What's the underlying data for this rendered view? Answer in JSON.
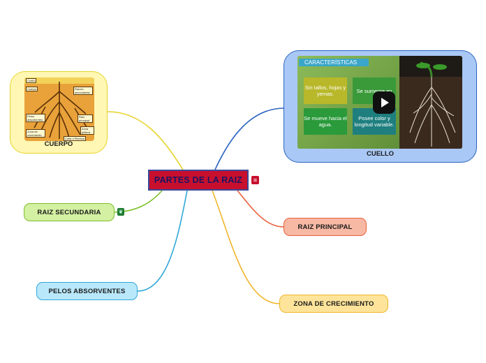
{
  "central": {
    "label": "PARTES DE LA RAIZ",
    "note_icon": "note-icon",
    "color": "#c8102e"
  },
  "nodes": {
    "cuerpo": {
      "label": "CUERPO",
      "color": "#fff7b3"
    },
    "cuello": {
      "label": "CUELLO",
      "color": "#a9c8f5"
    },
    "secundaria": {
      "label": "RAIZ SECUNDARIA",
      "color": "#d4f0a2",
      "icon": "leaf-icon"
    },
    "principal": {
      "label": "RAIZ PRINCIPAL",
      "color": "#f7b8a4"
    },
    "pelos": {
      "label": "PELOS ABSORVENTES",
      "color": "#b9e8fb"
    },
    "zona": {
      "label": "ZONA DE CRECIMIENTO",
      "color": "#fde49a"
    }
  },
  "root_image": {
    "labels": [
      "Cuello",
      "Cuerpo",
      "Raíces secundarias",
      "Pelos absorbentes",
      "Raíz principal",
      "Zona de crecimiento",
      "Zona pilífera",
      "Cofia o Pilorriza"
    ]
  },
  "video": {
    "header": "CARACTERÍSTICAS",
    "tiles": [
      "Sin tallos, hojas y yemas.",
      "Se sumerge en",
      "Se mueve hacia el agua.",
      "Posee color y longitud variable."
    ],
    "play_icon": "play-icon"
  }
}
